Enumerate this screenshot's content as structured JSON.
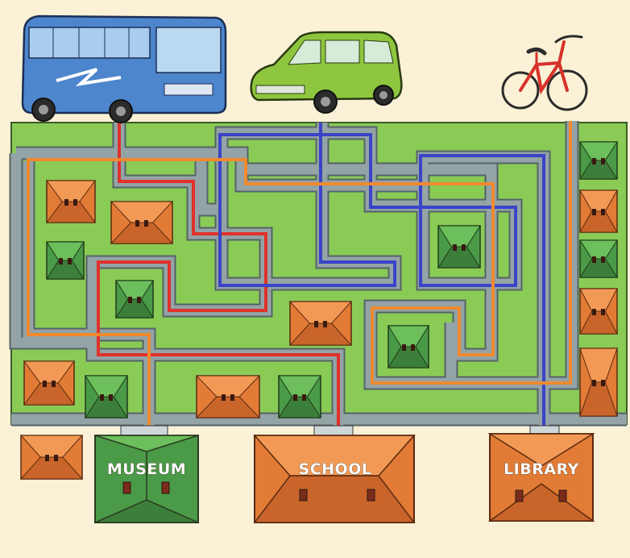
{
  "destinations": [
    {
      "id": "museum",
      "label": "MUSEUM",
      "color": "#4a9a48"
    },
    {
      "id": "school",
      "label": "SCHOOL",
      "color": "#e27b35"
    },
    {
      "id": "library",
      "label": "LIBRARY",
      "color": "#e27b35"
    }
  ],
  "vehicles": [
    {
      "id": "bus",
      "icon": "bus-icon"
    },
    {
      "id": "car",
      "icon": "car-icon"
    },
    {
      "id": "bicycle",
      "icon": "bicycle-icon"
    }
  ],
  "routes": [
    {
      "vehicle": "bus",
      "color": "#e0312b"
    },
    {
      "vehicle": "car",
      "color": "#3a44c8"
    },
    {
      "vehicle": "bicycle",
      "color": "#f0892f"
    }
  ],
  "colors": {
    "background": "#fbf1d6",
    "grass": "#8acb56",
    "road": "#93a3a6",
    "house_orange": "#e27b35",
    "house_green": "#4a9a48"
  }
}
